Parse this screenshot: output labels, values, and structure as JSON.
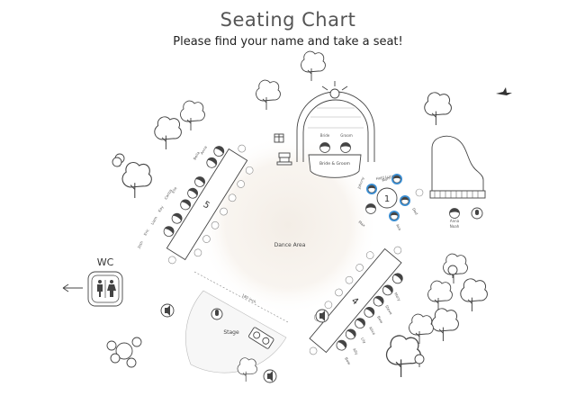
{
  "header": {
    "title": "Seating Chart",
    "subtitle": "Please find your name and take a seat!"
  },
  "areas": {
    "dance": "Dance Area",
    "stage": "Stage",
    "wc": "WC",
    "distance": "180 inch"
  },
  "head_table": {
    "label": "Bride & Groom",
    "bride": "Bride",
    "groom": "Groom"
  },
  "tables": [
    {
      "number": "1",
      "guests": [
        "Johnny",
        "Mom",
        "Dad",
        "Hold Lucy",
        "Max",
        "Ava"
      ]
    },
    {
      "number": "4",
      "guests": [
        "Mary",
        "Steve",
        "Bow",
        "Alice",
        "Lily",
        "Ally",
        "Bow"
      ]
    },
    {
      "number": "5",
      "guests": [
        "Bella",
        "Anna",
        "Elle",
        "Carlos",
        "Kay",
        "Liam",
        "Eric",
        "Josh"
      ]
    }
  ],
  "piano_guests": [
    "Anna",
    "Noah"
  ],
  "colors": {
    "accent": "#3b8fd4",
    "hair": "#444444",
    "dance_floor": "#f4eee8"
  }
}
